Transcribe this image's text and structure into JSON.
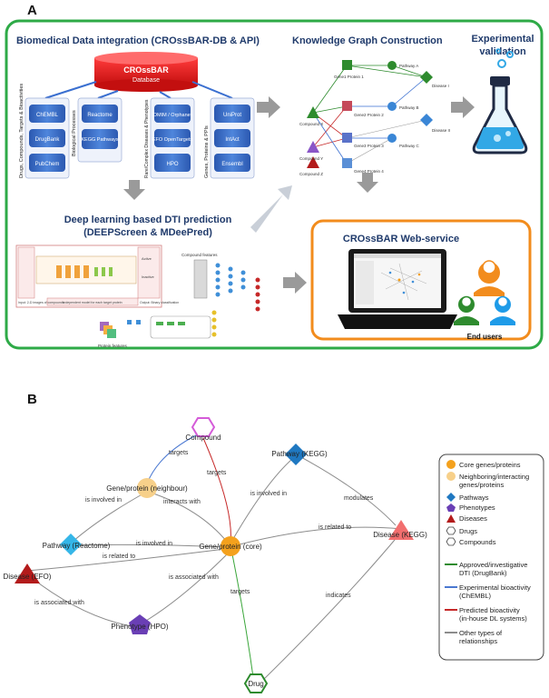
{
  "panel_a": {
    "label": "A",
    "sections": {
      "integration_title": "Biomedical Data integration (CROssBAR-DB & API)",
      "kg_title": "Knowledge Graph Construction",
      "exp_title_1": "Experimental",
      "exp_title_2": "validation",
      "dl_title_1": "Deep learning based DTI prediction",
      "dl_title_2": "(DEEPScreen & MDeePred)",
      "ws_title": "CROssBAR Web-service",
      "end_users": "End users"
    },
    "database": {
      "line1": "CROssBAR",
      "line2": "Database"
    },
    "source_groups": [
      {
        "vertical_label": "Drugs, Compounds, Targets & Bioactivities",
        "items": [
          "ChEMBL",
          "DrugBank",
          "PubChem"
        ]
      },
      {
        "vertical_label": "Biological Processes",
        "items": [
          "Reactome",
          "KEGG Pathways"
        ]
      },
      {
        "vertical_label": "Rare/Complex Diseases & Phenotypes",
        "items": [
          "OMIM / Orphanet",
          "EFO OpenTargets",
          "HPO"
        ]
      },
      {
        "vertical_label": "Genes, Proteins & PPIs",
        "items": [
          "UniProt",
          "IntAct",
          "Ensembl"
        ]
      }
    ],
    "kg_labels": {
      "compound_x": "Compound X",
      "compound_y": "Compound Y",
      "compound_z": "Compound Z",
      "gene1": "Gene1 Protein 1",
      "gene2": "Gene2 Protein 2",
      "gene3": "Gene3 Protein 3",
      "gene4": "Gene4 Protein 4",
      "pathway_a": "Pathway A",
      "pathway_b": "Pathway B",
      "pathway_c": "Pathway C",
      "disease_i": "Disease I",
      "disease_ii": "Disease II"
    },
    "dl_labels": {
      "input": "Input: 2-D images of compounds",
      "component": "Independent model for each target protein",
      "output": "Output: Binary classification",
      "active": "Active",
      "inactive": "Inactive",
      "compound_features": "Compound features",
      "protein_features": "Protein features"
    }
  },
  "panel_b": {
    "label": "B",
    "nodes": {
      "compound": "Compound",
      "gene_neighbour": "Gene/protein (neighbour)",
      "pathway_kegg": "Pathway (KEGG)",
      "pathway_reactome": "Pathway (Reactome)",
      "gene_core": "Gene/protein (core)",
      "disease_kegg": "Disease (KEGG)",
      "disease_efo": "Disease (EFO)",
      "phenotype_hpo": "Phenotype (HPO)",
      "drug": "Drug"
    },
    "edges": {
      "compound_neighbour": "targets",
      "compound_core": "targets",
      "core_kegg": "is involved in",
      "kegg_disease": "modulates",
      "neighbour_reactome": "is involved in",
      "neighbour_core": "interacts with",
      "core_disease_kegg": "is related to",
      "core_reactome": "is involved in",
      "core_efo": "is related to",
      "core_hpo": "is associated with",
      "efo_hpo": "is associated with",
      "drug_core": "targets",
      "drug_disease": "indicates"
    },
    "legend": {
      "core": "Core genes/proteins",
      "neighbour_1": "Neighboring/interacting",
      "neighbour_2": "genes/proteins",
      "pathways": "Pathways",
      "phenotypes": "Phenotypes",
      "diseases": "Diseases",
      "drugs": "Drugs",
      "compounds": "Compounds",
      "approved_1": "Approved/investigative",
      "approved_2": "DTI (DrugBank)",
      "experimental_1": "Experimental bioactivity",
      "experimental_2": "(ChEMBL)",
      "predicted_1": "Predicted bioactivity",
      "predicted_2": "(in-house DL systems)",
      "other_1": "Other types of",
      "other_2": "relationships"
    },
    "colors": {
      "core": "#f4a11d",
      "neighbour": "#f7d08a",
      "pathway": "#1f78c1",
      "pathway_light": "#35b6e8",
      "phenotype": "#6a3fb5",
      "disease_dark": "#b31b1b",
      "disease_light": "#f26f6f",
      "drug": "#2e8b2e",
      "compound": "#d45bd8",
      "edge_green": "#3aa63a",
      "edge_blue": "#4a78d1",
      "edge_red": "#c62828",
      "edge_grey": "#8c8c8c"
    }
  }
}
